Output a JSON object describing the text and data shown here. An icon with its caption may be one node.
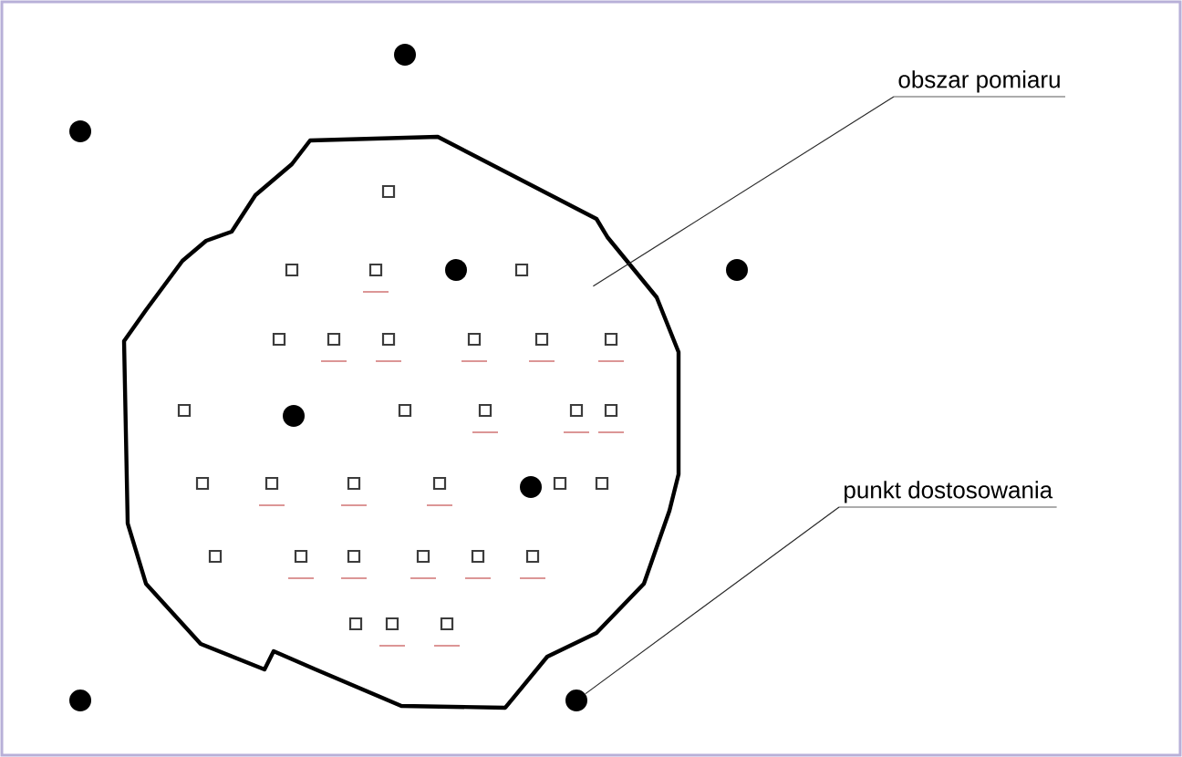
{
  "diagram": {
    "nodes": [
      {
        "text": [
          "obszar pomiaru"
        ]
      },
      {
        "text": [
          "punkt dostosowania"
        ]
      },
      {
        "text": [],
        "shape": "cloud"
      },
      {
        "text": [],
        "shape": "circle"
      }
    ],
    "edges": [
      {
        "from": 0,
        "to": 2,
        "arrow": "none"
      },
      {
        "from": 1,
        "to": 3,
        "arrow": "none"
      }
    ]
  }
}
